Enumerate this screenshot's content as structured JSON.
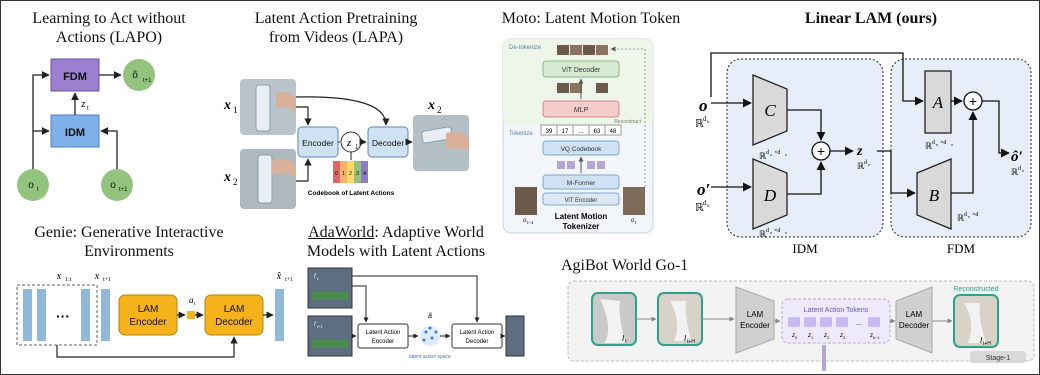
{
  "panels": {
    "lapo": {
      "title_line1": "Learning to Act without",
      "title_line2": "Actions (LAPO)",
      "fdm": "FDM",
      "idm": "IDM",
      "z": "z",
      "z_sub": "t",
      "o_hat": "ô",
      "o_hat_sub": "t+1",
      "o_t": "o",
      "o_t_sub": "t",
      "o_t1": "o",
      "o_t1_sub": "t+1",
      "colors": {
        "fdm": "#9b7fd0",
        "idm": "#7fb0ea",
        "obs": "#93c47d"
      }
    },
    "lapa": {
      "title_line1": "Latent Action Pretraining",
      "title_line2": "from Videos (LAPA)",
      "x1": "x",
      "x1_sub": "1",
      "x2_in": "x",
      "x2_in_sub": "2",
      "x2_out": "x",
      "x2_out_sub": "2",
      "encoder": "Encoder",
      "decoder": "Decoder",
      "z": "z",
      "z_sub": "1",
      "codebook_caption": "Codebook of Latent Actions",
      "codebook_cells": [
        "0",
        "1",
        "2",
        "3",
        "4"
      ]
    },
    "moto": {
      "title": "Moto: Latent Motion Token",
      "detokenize": "De-tokenize",
      "tokenize": "Tokenize",
      "vit_decoder": "ViT Decoder",
      "mlp": "MLP",
      "reconstruct": "Reconstruct",
      "tokens": [
        "39",
        "17",
        "...",
        "63",
        "48"
      ],
      "vq_codebook": "VQ Codebook",
      "m_former": "M-Former",
      "vit_encoder": "ViT Encoder",
      "caption_line1": "Latent Motion",
      "caption_line2": "Tokenizer",
      "o_prev": "o",
      "o_prev_sub": "t−1",
      "o_curr": "o",
      "o_curr_sub": "t"
    },
    "linear_lam": {
      "title": "Linear LAM (ours)",
      "o": "o",
      "o_prime": "o′",
      "o_hat_prime": "ô′",
      "z": "z",
      "real_o": "ℝ",
      "real_o_sup": "d",
      "real_o_sub_sup": "o",
      "c": "C",
      "d": "D",
      "a": "A",
      "b": "B",
      "c_dim": "ℝ",
      "c_dim_sup": "d",
      "c_dim_sup_sub": "o",
      "c_dim_mid": "×d",
      "c_dim_end_sub": "z",
      "z_dim_sup": "d",
      "z_dim_sup_sub": "z",
      "a_dim_mid": "×d",
      "a_dim_end_sub": "o",
      "b_dim_mid": "×d",
      "b_dim_sup_sub": "z",
      "plus": "+",
      "idm": "IDM",
      "fdm": "FDM"
    },
    "genie": {
      "title_line1": "Genie: Generative Interactive",
      "title_line2": "Environments",
      "x_ctx": "x",
      "x_ctx_sub": "1:t",
      "x_next": "x",
      "x_next_sub": "t+1",
      "x_hat": "x̂",
      "x_hat_sub": "t+1",
      "dots": "···",
      "lam_encoder_line1": "LAM",
      "lam_encoder_line2": "Encoder",
      "lam_decoder_line1": "LAM",
      "lam_decoder_line2": "Decoder",
      "a": "a",
      "a_sub": "t",
      "colors": {
        "frame": "#8fb8d9",
        "lam": "#f5b21a",
        "action": "#f5b21a"
      }
    },
    "adaworld": {
      "title_line1_em": "AdaWorld",
      "title_line1_rest": ": Adaptive World",
      "title_line2": "Models with Latent Actions",
      "latent_action_encoder_line1": "Latent Action",
      "latent_action_encoder_line2": "Encoder",
      "latent_action_decoder_line1": "Latent Action",
      "latent_action_decoder_line2": "Decoder",
      "latent_space": "latent action space",
      "a_tilde": "ã",
      "f_t": "f",
      "f_t_sub": "t",
      "f_t1": "f",
      "f_t1_sub": "t+1"
    },
    "agibot": {
      "title": "AgiBot World Go-1",
      "lam_encoder_line1": "LAM",
      "lam_encoder_line2": "Encoder",
      "lam_decoder_line1": "LAM",
      "lam_decoder_line2": "Decoder",
      "latent_tokens_title": "Latent Action Tokens",
      "token_labels": [
        "z",
        "z",
        "z",
        "z",
        "...",
        "z"
      ],
      "token_subs": [
        "0",
        "1",
        "2",
        "3",
        "",
        "k−1"
      ],
      "reconstructed": "Reconstructed",
      "stage": "Stage-1",
      "i_t": "I",
      "i_t_sub": "t",
      "i_th": "I",
      "i_th_sub": "t+H",
      "colors": {
        "reconstructed": "#2aa58a",
        "tokens_bg": "#efeafb",
        "token": "#c9b8f2"
      }
    }
  }
}
